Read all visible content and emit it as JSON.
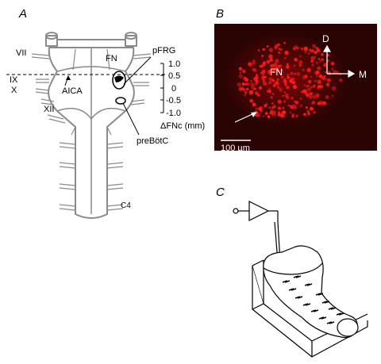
{
  "panels": {
    "a": {
      "letter": "A",
      "labels": {
        "vii": "VII",
        "ix": "IX",
        "x": "X",
        "xii": "XII",
        "aica": "AICA",
        "fn": "FN",
        "pfrg": "pFRG",
        "prebotc": "preBötC",
        "c4": "C4"
      },
      "scale": {
        "ticks": [
          "1.0",
          "0.5",
          "0",
          "-0.5",
          "-1.0"
        ],
        "axis_label": "ΔFNc (mm)"
      }
    },
    "b": {
      "letter": "B",
      "fn_label": "FN",
      "dorsal": "D",
      "medial": "M",
      "scalebar": "100 µm",
      "colors": {
        "background": "#2a0303",
        "signal": "#ff1a1a"
      }
    },
    "c": {
      "letter": "C"
    }
  }
}
